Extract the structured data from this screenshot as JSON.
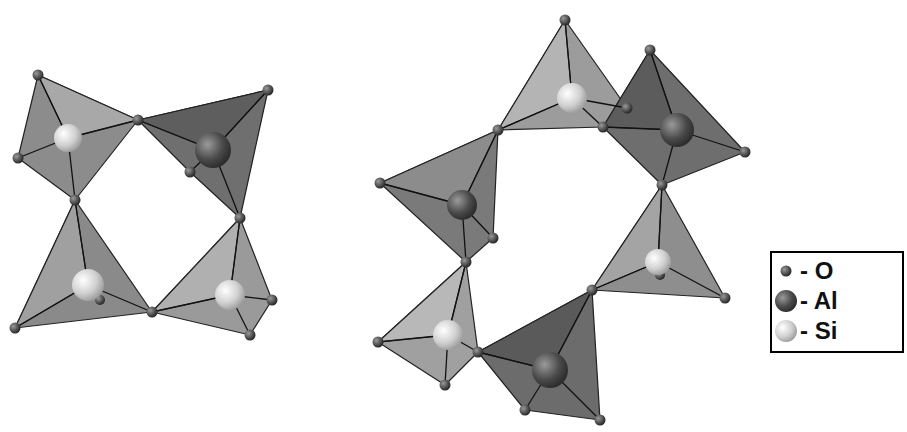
{
  "diagram": {
    "legend": [
      {
        "text": "- O"
      },
      {
        "text": "- Al"
      },
      {
        "text": "- Si"
      }
    ]
  }
}
